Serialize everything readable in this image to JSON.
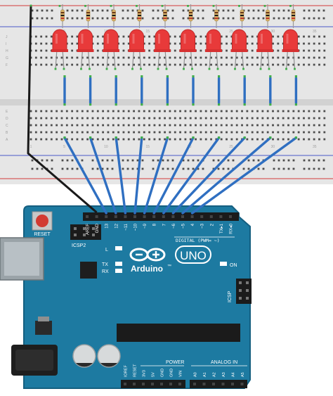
{
  "breadboard": {
    "row_letters_top": [
      "J",
      "I",
      "H",
      "G",
      "F"
    ],
    "row_letters_bottom": [
      "E",
      "D",
      "C",
      "B",
      "A"
    ],
    "column_numbers": [
      "1",
      "5",
      "10",
      "15",
      "20",
      "25",
      "30",
      "35"
    ],
    "led_count": 10,
    "colors": {
      "board": "#e6e6e6",
      "rail_red": "#d33a3a",
      "rail_blue": "#4a58c8",
      "led": "#e83a3a",
      "wire": "#2f6fc1",
      "ground_wire": "#1a1a1a",
      "hole_active": "#3fae49"
    }
  },
  "arduino": {
    "reset_label": "RESET",
    "icsp2_label": "ICSP2",
    "icsp_label": "ICSP",
    "l_label": "L",
    "tx_label": "TX",
    "rx_label": "RX",
    "on_label": "ON",
    "brand": "Arduino",
    "trademark": "™",
    "model": "UNO",
    "digital_label": "DIGITAL (PWM= ~)",
    "power_label": "POWER",
    "analog_label": "ANALOG IN",
    "digital_pins": [
      "AREF",
      "GND",
      "13",
      "12",
      "~11",
      "~10",
      "~9",
      "8",
      "7",
      "~6",
      "~5",
      "4",
      "~3",
      "2",
      "TX▸1",
      "RX◂0"
    ],
    "power_pins": [
      "IOREF",
      "RESET",
      "3V3",
      "5V",
      "GND",
      "GND",
      "VIN"
    ],
    "analog_pins": [
      "A0",
      "A1",
      "A2",
      "A3",
      "A4",
      "A5"
    ],
    "colors": {
      "board": "#1d7aa1",
      "board_dark": "#155f80",
      "reset_button": "#d23a32",
      "header": "#1b1b1b"
    }
  }
}
